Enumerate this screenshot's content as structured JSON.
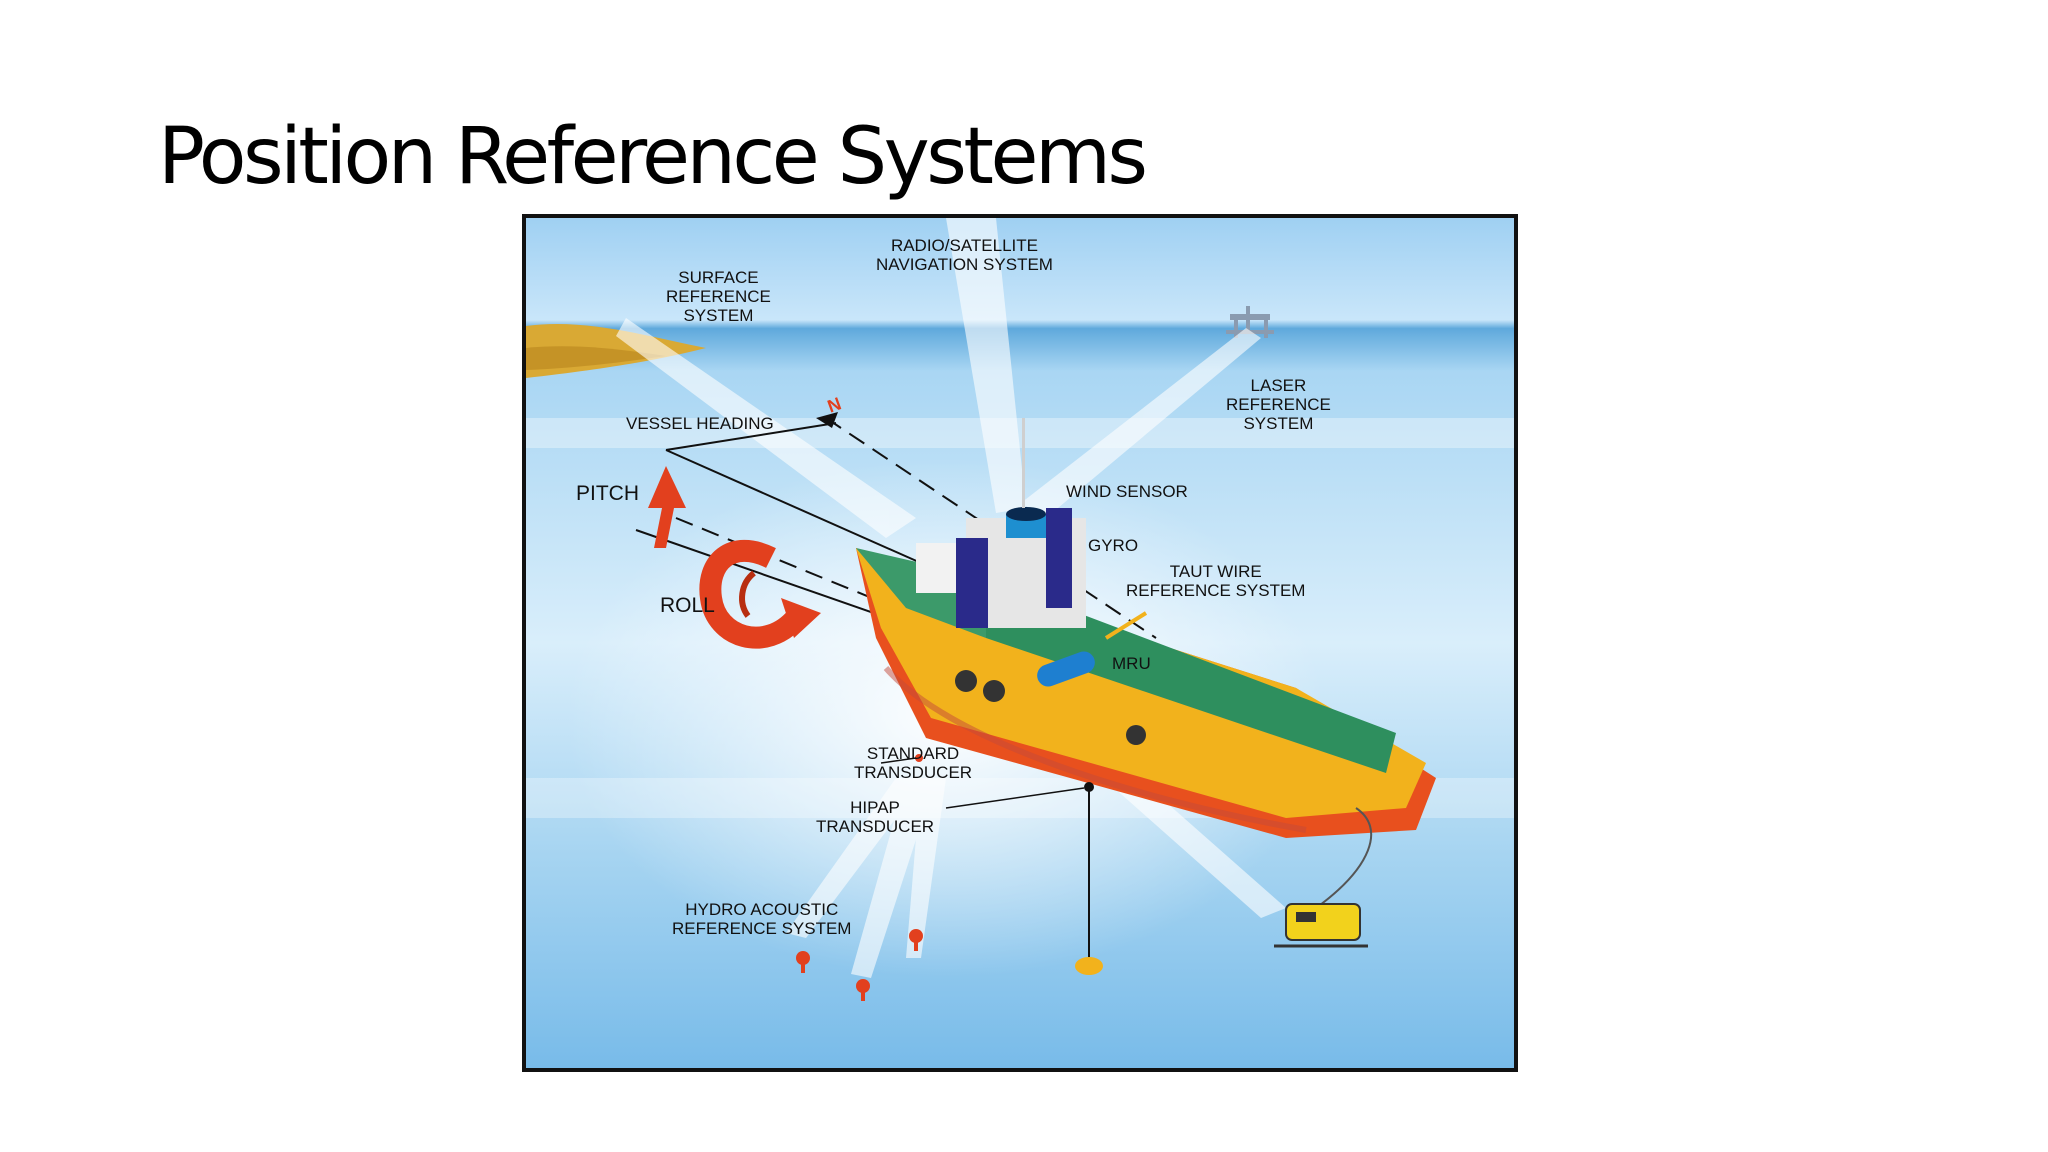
{
  "slide": {
    "title": "Position Reference Systems"
  },
  "diagram": {
    "labels": {
      "radio_satellite": "RADIO/SATELLITE\nNAVIGATION SYSTEM",
      "surface_reference": "SURFACE\nREFERENCE\nSYSTEM",
      "laser_reference": "LASER\nREFERENCE\nSYSTEM",
      "vessel_heading": "VESSEL HEADING",
      "pitch": "PITCH",
      "roll": "ROLL",
      "wind_sensor": "WIND SENSOR",
      "gyro": "GYRO",
      "taut_wire": "TAUT WIRE\nREFERENCE SYSTEM",
      "mru": "MRU",
      "standard_transducer": "STANDARD\nTRANSDUCER",
      "hipap_transducer": "HIPAP\nTRANSDUCER",
      "hydro_acoustic": "HYDRO ACOUSTIC\nREFERENCE SYSTEM",
      "north_marker": "N"
    },
    "colors": {
      "sky": "#b9dcf6",
      "sea": "#8fc8ee",
      "hull": "#f2b21c",
      "deck": "#2e8f5e",
      "bridge": "#2a2a8a",
      "arrow": "#e2401e"
    }
  }
}
